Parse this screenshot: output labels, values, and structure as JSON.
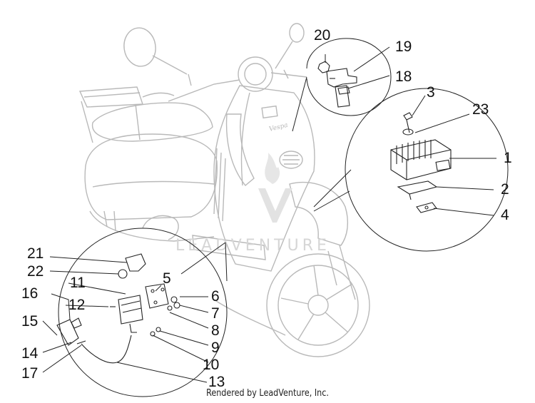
{
  "callouts": [
    "1",
    "2",
    "3",
    "4",
    "5",
    "6",
    "7",
    "8",
    "9",
    "10",
    "11",
    "12",
    "13",
    "14",
    "15",
    "16",
    "17",
    "18",
    "19",
    "20",
    "21",
    "22",
    "23"
  ],
  "watermark": "LEADVENTURE",
  "footer": "Rendered by LeadVenture, Inc.",
  "scooter_badge": "Vespa"
}
